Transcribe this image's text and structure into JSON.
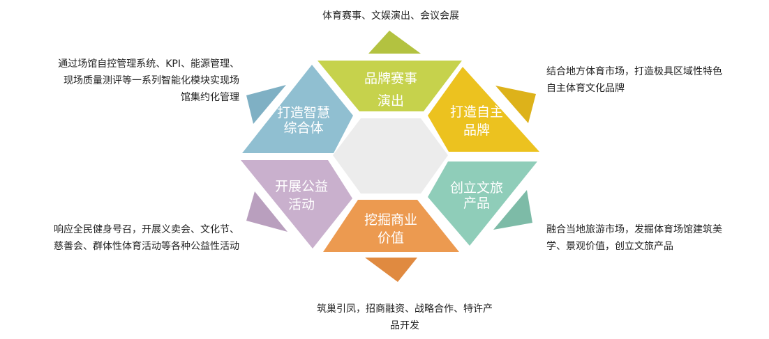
{
  "segments": {
    "top": {
      "line1": "品牌赛事",
      "line2": "演出",
      "color": "#c6d24c",
      "accent": "#b3c240"
    },
    "top_right": {
      "line1": "打造自主",
      "line2": "品牌",
      "color": "#ecc21f",
      "accent": "#ddb21a"
    },
    "top_left": {
      "line1": "打造智慧",
      "line2": "综合体",
      "color": "#90bfd1",
      "accent": "#7fb0c4"
    },
    "bottom_left": {
      "line1": "开展公益",
      "line2": "活动",
      "color": "#c9b0cd",
      "accent": "#b99fbe"
    },
    "bottom_right": {
      "line1": "创立文旅",
      "line2": "产品",
      "color": "#8fcdb9",
      "accent": "#7dbba7"
    },
    "bottom": {
      "line1": "挖掘商业",
      "line2": "价值",
      "color": "#ec9a50",
      "accent": "#e08a40"
    },
    "center_color": "#ececec"
  },
  "descriptions": {
    "top": [
      "体育赛事、文娱演出、会议会展"
    ],
    "top_left": [
      "通过场馆自控管理系统、KPI、能源管理、",
      "现场质量测评等一系列智能化模块实现场",
      "馆集约化管理"
    ],
    "top_right": [
      "结合地方体育市场，打造极具区域性特色",
      "自主体育文化品牌"
    ],
    "bottom_right": [
      "融合当地旅游市场，发掘体育场馆建筑美",
      "学、景观价值，创立文旅产品"
    ],
    "bottom_left": [
      "响应全民健身号召，开展义卖会、文化节、",
      "慈善会、群体性体育活动等各种公益性活动"
    ],
    "bottom": [
      "筑巢引凤，招商融资、战略合作、特许产",
      "品开发"
    ]
  }
}
